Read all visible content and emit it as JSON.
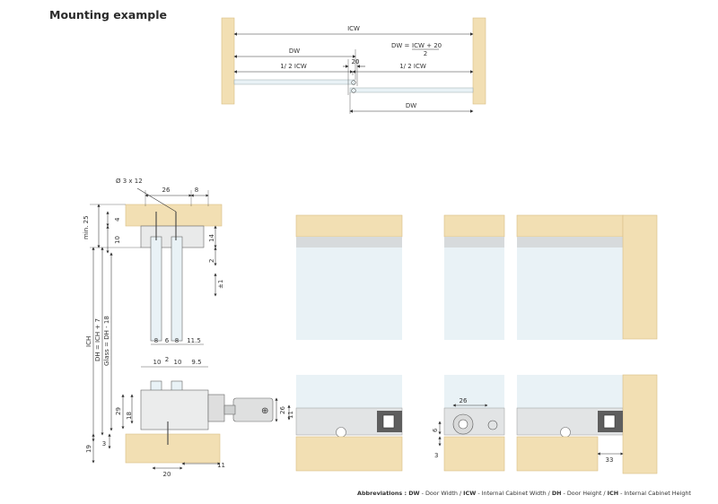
{
  "title": "Mounting example",
  "top_diagram": {
    "icw": "ICW",
    "dw_left": "DW",
    "formula_lhs": "DW = ",
    "formula_num": "ICW + 20",
    "formula_den": "2",
    "overlap": "20",
    "half_left": "1/ 2 ICW",
    "half_right": "1/ 2 ICW",
    "dw_right": "DW"
  },
  "section": {
    "screw": "Ø 3 x 12",
    "d26": "26",
    "d8": "8",
    "min25": "min. 25",
    "d4": "4",
    "d10": "10",
    "d14": "14",
    "d2": "2",
    "pm1": "±1",
    "ich": "ICH",
    "dh": "DH = ICH + 7",
    "glass": "Glass = DH - 18",
    "b8a": "8",
    "b6": "6",
    "b8b": "8",
    "b115": "11.5",
    "l10a": "10",
    "l2": "2",
    "l10b": "10",
    "l95": "9.5",
    "l29": "29",
    "l18": "18",
    "l26": "26",
    "l19": "19",
    "l3": "3",
    "l20": "20",
    "l11": "11"
  },
  "views": {
    "v11": "11",
    "v26": "26",
    "v6": "6",
    "v3": "3",
    "v33": "33"
  },
  "abbreviations": {
    "dw_key": "DW",
    "dw_text": " - Door Width / ",
    "icw_key": "ICW",
    "icw_text": " - Internal Cabinet Width / ",
    "dh_key": "DH",
    "dh_text": " - Door Height / ",
    "ich_key": "ICH",
    "ich_text": " - Internal Cabinet Height",
    "label": "Abbreviations : "
  },
  "colors": {
    "wood": "#f2dfb3",
    "wood_edge": "#d9bf86",
    "glass": "#e9f2f6",
    "rail": "#d7dadc",
    "line": "#333333"
  }
}
